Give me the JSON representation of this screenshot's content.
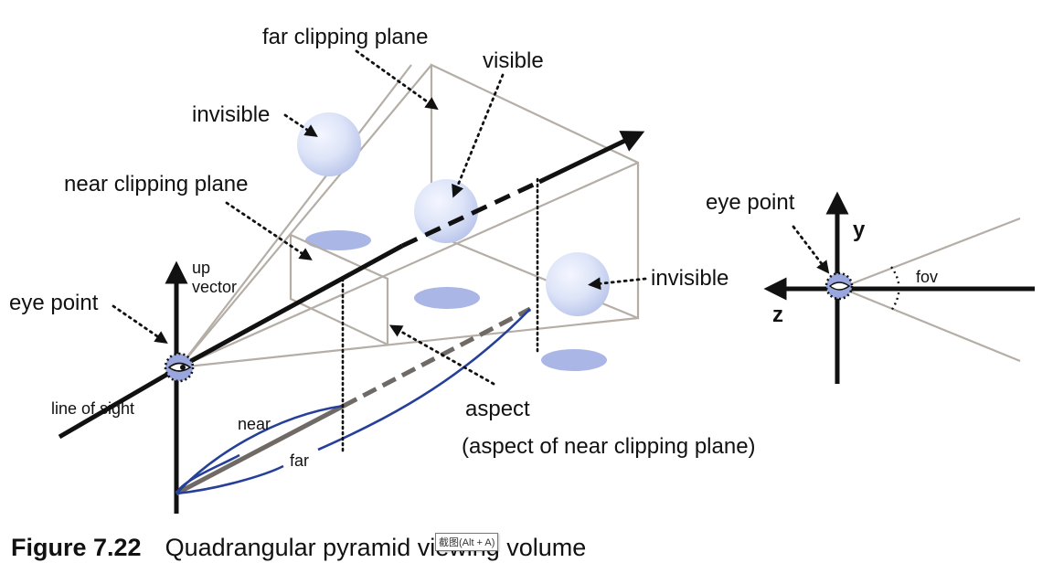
{
  "labels": {
    "far_clipping_plane": "far clipping plane",
    "visible": "visible",
    "invisible_top": "invisible",
    "near_clipping_plane": "near clipping plane",
    "invisible_right": "invisible",
    "eye_point_left": "eye point",
    "up_vector_line1": "up",
    "up_vector_line2": "vector",
    "line_of_sight": "line of sight",
    "near": "near",
    "far": "far",
    "aspect": "aspect",
    "aspect_note": "(aspect of near clipping plane)",
    "eye_point_right": "eye point",
    "axis_y": "y",
    "axis_z": "z",
    "fov": "fov"
  },
  "caption": {
    "figure_number": "Figure 7.22",
    "title": "Quadrangular pyramid viewing volume"
  },
  "tooltip": {
    "text": "截图(Alt + A)"
  },
  "colors": {
    "frustum_edges": "#b5aea6",
    "sphere_highlight": "#f4f6ff",
    "sphere_shade": "#b8c4ea",
    "shadow": "#a9b6e6",
    "eye_fill": "#9aa6de",
    "range_ellipse": "#26409a",
    "axis": "#111111"
  }
}
